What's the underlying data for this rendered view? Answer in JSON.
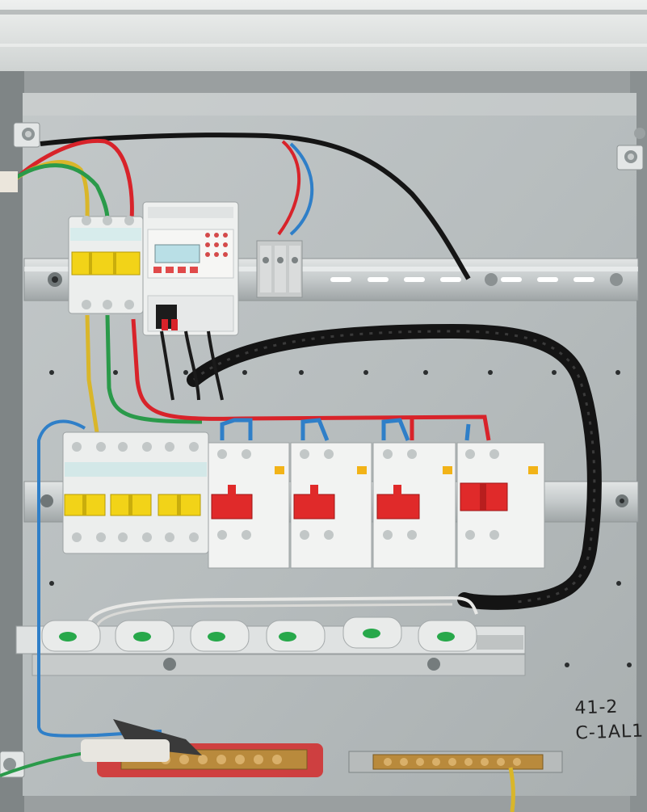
{
  "photo": {
    "subject": "electrical-distribution-cabinet",
    "handwritten_label": {
      "line1": "41-2",
      "line2": "C-1AL1"
    },
    "rcbo_count": 4,
    "breaker_count": 3,
    "current_transformer_count": 6,
    "colors": {
      "cabinet_frame": "#d9dcdb",
      "backplate": "#b9bfc0",
      "din_rail": "#c7cccd",
      "device_body": "#eceeed",
      "toggle_yellow": "#f2d318",
      "toggle_red": "#e02a2a",
      "wire_red": "#d8232a",
      "wire_blue": "#2f7fc8",
      "wire_green": "#2a9a4a",
      "wire_yellow": "#d9b62a",
      "wire_black": "#1a1a1a",
      "busbar_brass": "#b98a3c",
      "ct_green_dot": "#27a84a"
    }
  }
}
